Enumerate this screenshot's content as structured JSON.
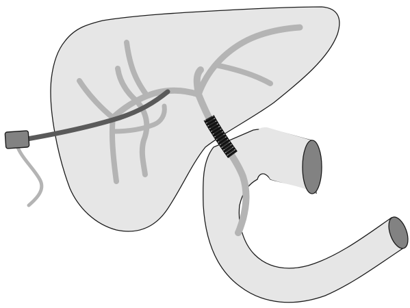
{
  "colors": {
    "background": "#ffffff",
    "organ_fill": "#e6e6e6",
    "outline": "#1a1a1a",
    "duct": "#b4b4b4",
    "drain": "#5a5a5a",
    "lumen": "#828282",
    "stent": "#111111"
  },
  "icons": {
    "liver": "liver-shape",
    "stomach": "stomach-shape",
    "duodenum": "duodenum-shape",
    "biliary_tree": "bile-duct-branches",
    "drain": "percutaneous-drain-tube",
    "hub": "drain-hub",
    "stent": "metallic-mesh-stent"
  }
}
